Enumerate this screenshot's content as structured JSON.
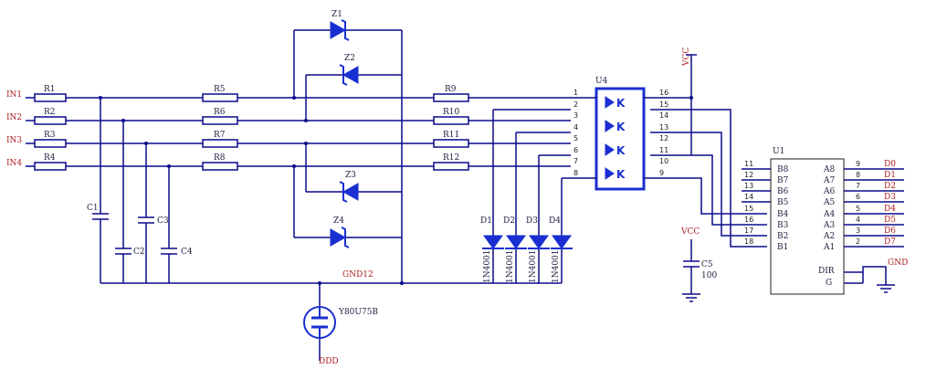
{
  "inputs": [
    "IN1",
    "IN2",
    "IN3",
    "IN4"
  ],
  "resistors": {
    "col1": [
      "R1",
      "R2",
      "R3",
      "R4"
    ],
    "col2": [
      "R5",
      "R6",
      "R7",
      "R8"
    ],
    "col3": [
      "R9",
      "R10",
      "R11",
      "R12"
    ]
  },
  "capacitors": [
    "C1",
    "C2",
    "C3",
    "C4"
  ],
  "zeners": [
    "Z1",
    "Z2",
    "Z3",
    "Z4"
  ],
  "diodes": [
    "D1",
    "D2",
    "D3",
    "D4"
  ],
  "diode_part": "1N4001",
  "optocoupler": {
    "ref": "U4",
    "left_pins": [
      "1",
      "2",
      "3",
      "4",
      "5",
      "6",
      "7",
      "8"
    ],
    "right_pins": [
      "16",
      "15",
      "14",
      "13",
      "12",
      "11",
      "10",
      "9"
    ]
  },
  "vcc_label": "VCC",
  "vcc2_label": "VCC",
  "c5": {
    "ref": "C5",
    "value": "100"
  },
  "gnd12_label": "GND12",
  "transistor_label": "Y80U75B",
  "ddd_label": "DDD",
  "gnd_label": "GND",
  "ic": {
    "ref": "U1",
    "b_labels": [
      "B8",
      "B7",
      "B6",
      "B5",
      "B4",
      "B3",
      "B2",
      "B1"
    ],
    "b_pins": [
      "11",
      "12",
      "13",
      "14",
      "15",
      "16",
      "17",
      "18"
    ],
    "a_labels": [
      "A8",
      "A7",
      "A6",
      "A5",
      "A4",
      "A3",
      "A2",
      "A1"
    ],
    "a_pins": [
      "9",
      "8",
      "7",
      "6",
      "5",
      "4",
      "3",
      "2"
    ],
    "dir_label": "DIR",
    "g_label": "G"
  },
  "outputs": [
    "D0",
    "D1",
    "D2",
    "D3",
    "D4",
    "D5",
    "D6",
    "D7"
  ]
}
